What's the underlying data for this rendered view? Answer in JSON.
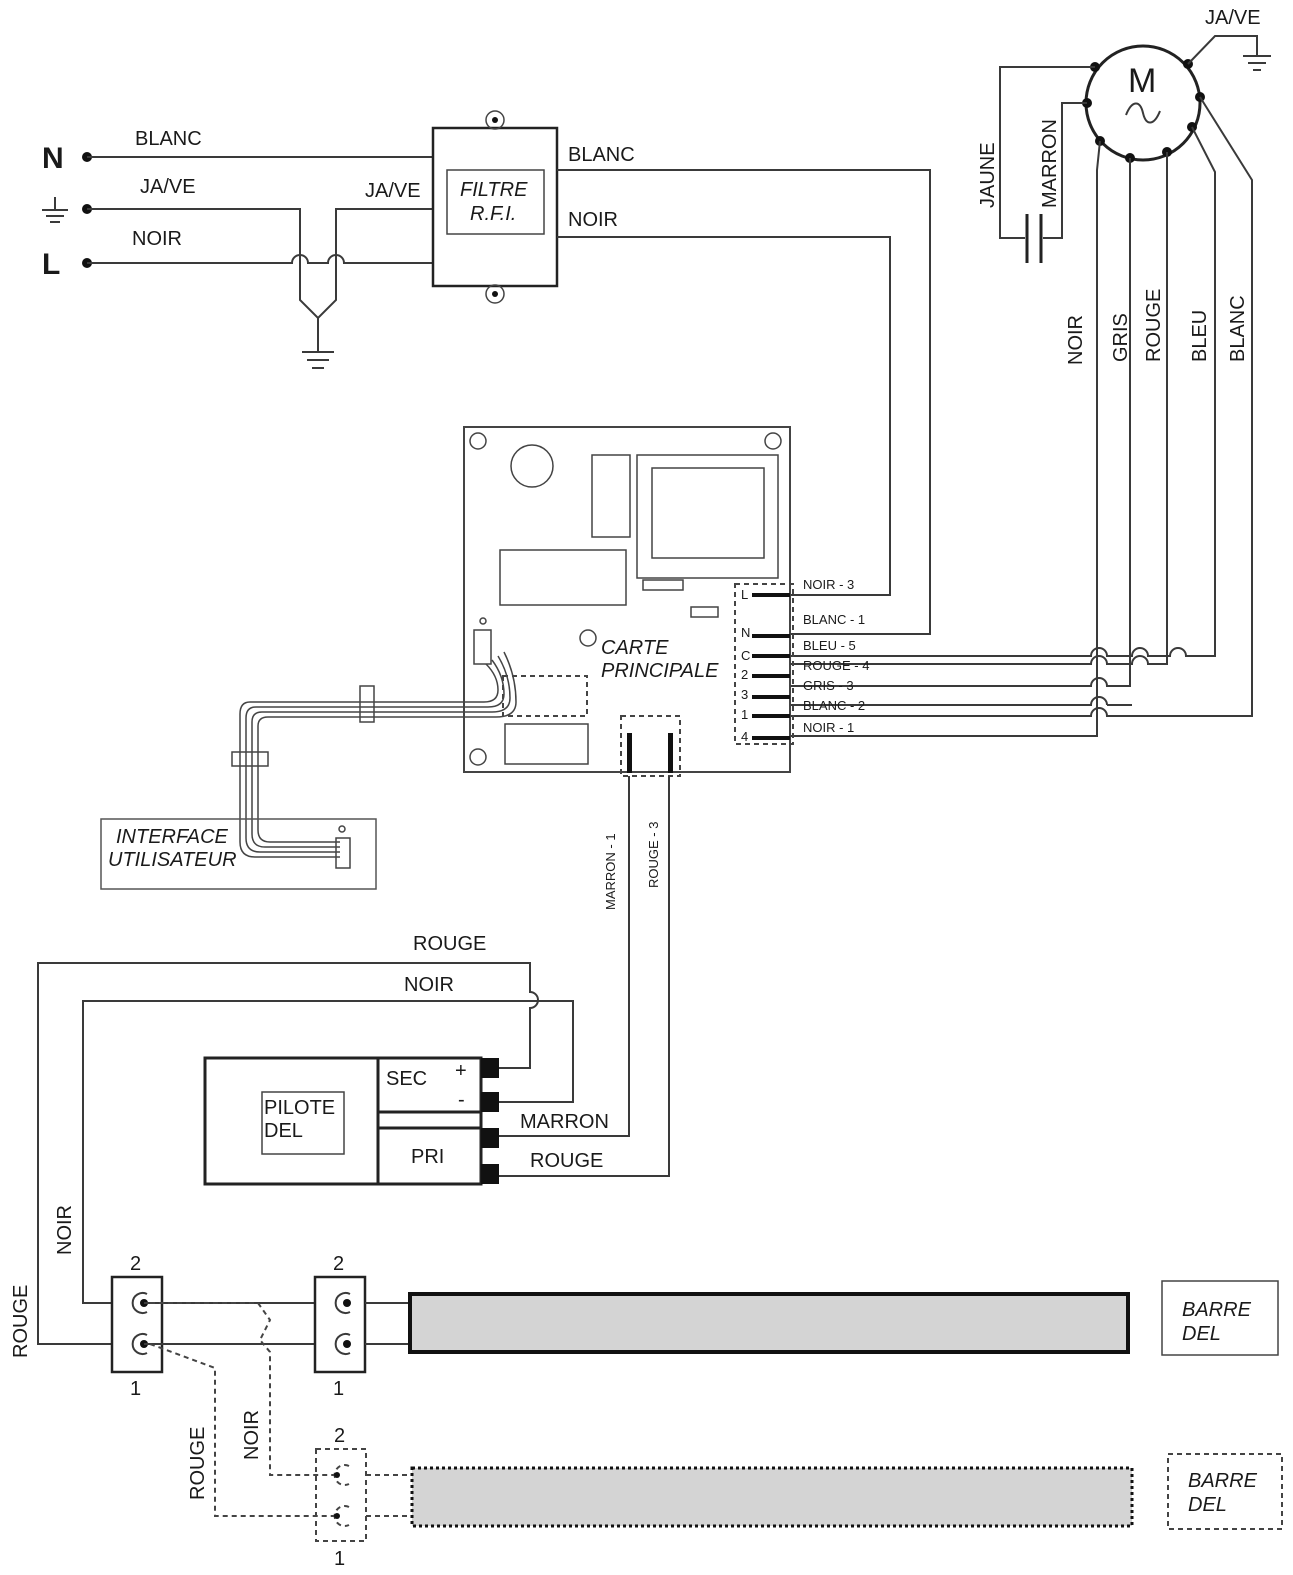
{
  "terminals": {
    "neutral": "N",
    "live": "L"
  },
  "wires": {
    "n_blanc": "BLANC",
    "g_java": "JA/VE",
    "l_noir": "NOIR",
    "filter_java": "JA/VE",
    "filter_blanc": "BLANC",
    "filter_noir": "NOIR",
    "motor_java": "JA/VE",
    "jaune": "JAUNE",
    "marron": "MARRON",
    "m_noir": "NOIR",
    "m_gris": "GRIS",
    "m_rouge": "ROUGE",
    "m_bleu": "BLEU",
    "m_blanc": "BLANC",
    "led_marron1": "MARRON - 1",
    "led_rouge3": "ROUGE - 3",
    "top_rouge": "ROUGE",
    "top_noir": "NOIR",
    "pri_marron": "MARRON",
    "pri_rouge": "ROUGE",
    "left_noir": "NOIR",
    "left_rouge": "ROUGE",
    "dash_rouge": "ROUGE",
    "dash_noir": "NOIR"
  },
  "filter": {
    "line1": "FILTRE",
    "line2": "R.F.I."
  },
  "motor": {
    "label": "M"
  },
  "board": {
    "line1": "CARTE",
    "line2": "PRINCIPALE"
  },
  "connector": {
    "labels": [
      "NOIR - 3",
      "BLANC - 1",
      "BLEU - 5",
      "ROUGE - 4",
      "GRIS - 3",
      "BLANC - 2",
      "NOIR - 1"
    ],
    "pins": [
      "L",
      "N",
      "C",
      "2",
      "3",
      "1",
      "4"
    ]
  },
  "ui": {
    "line1": "INTERFACE",
    "line2": "UTILISATEUR"
  },
  "driver": {
    "line1": "PILOTE",
    "line2": "DEL",
    "sec": "SEC",
    "pri": "PRI",
    "plus": "+",
    "minus": "-"
  },
  "ledbar": {
    "line1": "BARRE",
    "line2": "DEL"
  },
  "pins": {
    "two": "2",
    "one": "1"
  }
}
